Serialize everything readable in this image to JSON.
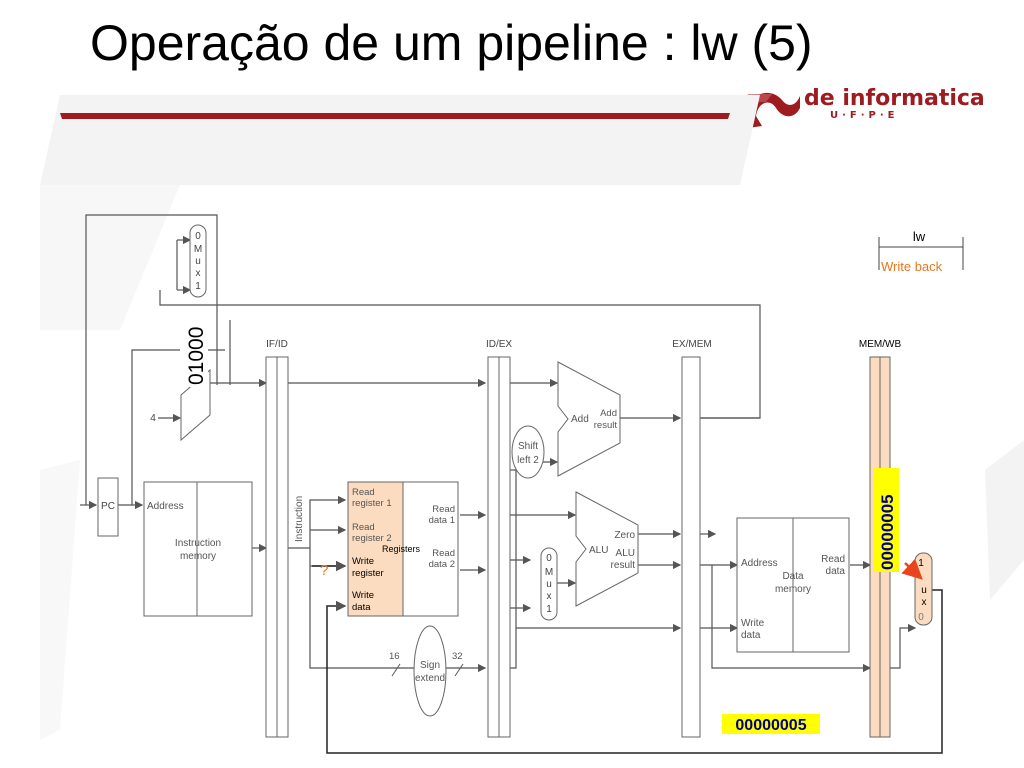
{
  "slide": {
    "title": "Operação de um pipeline : lw (5)",
    "logo": {
      "word": "de informatica",
      "subtitle": "U·F·P·E"
    }
  },
  "colors": {
    "accent_red": "#9e1b20",
    "stage_fill": "#fbdcc0",
    "highlight_yellow": "#ffff00",
    "value_text": "#000080",
    "writeback_orange": "#e87722",
    "arrow_red": "#e8441e"
  },
  "legend": {
    "instruction": "lw",
    "stage": "Write back"
  },
  "pipeline_registers": {
    "ifid": "IF/ID",
    "idex": "ID/EX",
    "exmem": "EX/MEM",
    "memwb": "MEM/WB"
  },
  "blocks": {
    "pc": "PC",
    "four": "4",
    "instr_mem": {
      "address": "Address",
      "line1": "Instruction",
      "line2": "memory"
    },
    "instruction_bus": "Instruction",
    "registers": {
      "read_reg1_l1": "Read",
      "read_reg1_l2": "register 1",
      "read_reg2_l1": "Read",
      "read_reg2_l2": "register 2",
      "write_reg_l1": "Write",
      "write_reg_l2": "register",
      "write_data_l1": "Write",
      "write_data_l2": "data",
      "read_data1_l1": "Read",
      "read_data1_l2": "data 1",
      "read_data2_l1": "Read",
      "read_data2_l2": "data 2",
      "title": "Registers"
    },
    "question_mark": "?",
    "sign_extend": {
      "in_bits": "16",
      "out_bits": "32",
      "l1": "Sign",
      "l2": "extend"
    },
    "shift_left": {
      "l1": "Shift",
      "l2": "left 2"
    },
    "adder_branch": {
      "add": "Add",
      "result_l1": "Add",
      "result_l2": "result"
    },
    "alu": {
      "label": "ALU",
      "zero": "Zero",
      "result_l1": "ALU",
      "result_l2": "result"
    },
    "data_mem": {
      "address": "Address",
      "read_l1": "Read",
      "read_l2": "data",
      "l1": "Data",
      "l2": "memory",
      "write_l1": "Write",
      "write_l2": "data"
    },
    "mux_pc": {
      "top": "0",
      "m": "M",
      "u": "u",
      "x": "x",
      "bottom": "1"
    },
    "mux_alu": {
      "top": "0",
      "m": "M",
      "u": "u",
      "x": "x",
      "bottom": "1"
    },
    "mux_wb": {
      "top": "1",
      "u": "u",
      "x": "x",
      "bottom": "0"
    }
  },
  "values": {
    "pc_value": "01000",
    "memwb_value": "00000005",
    "writeback_value": "00000005"
  }
}
